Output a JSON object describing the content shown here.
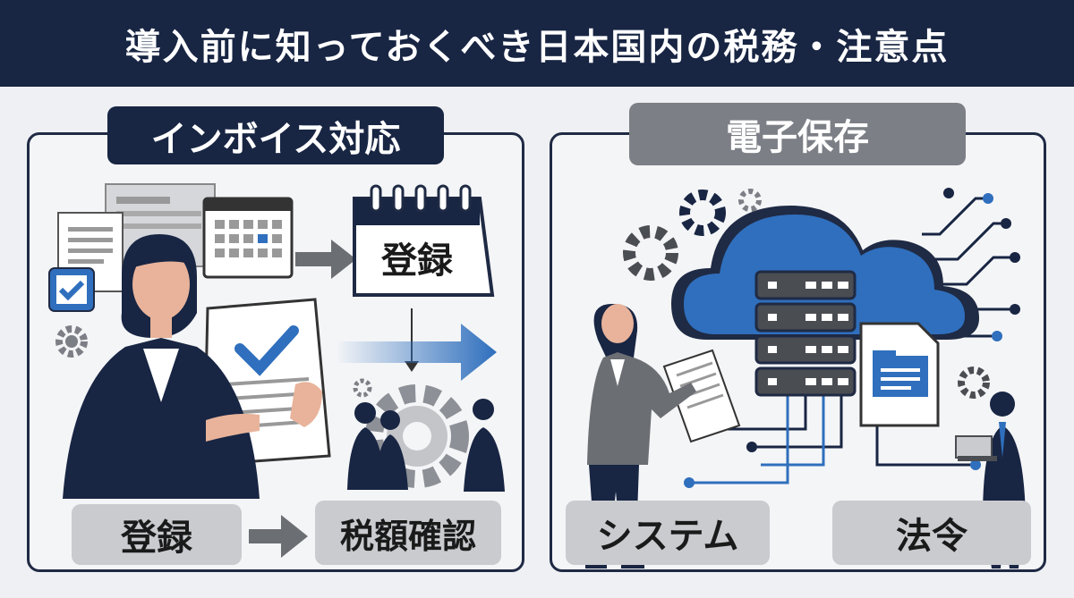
{
  "header": {
    "title": "導入前に知っておくべき日本国内の税務・注意点"
  },
  "left_panel": {
    "title": "インボイス対応",
    "calendar_label": "登録",
    "bottom_labels": [
      "登録",
      "税額確認"
    ]
  },
  "right_panel": {
    "title": "電子保存",
    "bottom_labels": [
      "システム",
      "法令"
    ]
  },
  "colors": {
    "navy": "#182543",
    "blue": "#2f6fbd",
    "gray": "#7c7f85",
    "light_gray": "#c9cbcf"
  }
}
